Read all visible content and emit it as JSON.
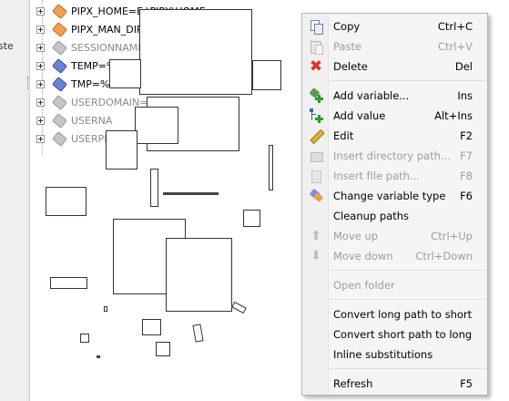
{
  "left_panel": {
    "cut_text": "ste"
  },
  "tree": {
    "rows": [
      {
        "label": "PIPX_HOME=E:\\PIPX\\HOME",
        "icon": "tag-icon",
        "color": "orange",
        "dim": false
      },
      {
        "label": "PIPX_MAN_DIR",
        "icon": "tag-icon",
        "color": "orange",
        "dim": false
      },
      {
        "label": "SESSIONNAME",
        "icon": "tag-icon",
        "color": "gray",
        "dim": true
      },
      {
        "label": "TEMP=%",
        "icon": "tag-icon",
        "color": "blue",
        "dim": false
      },
      {
        "label": "TMP=%",
        "icon": "tag-icon",
        "color": "blue",
        "dim": false
      },
      {
        "label": "USERDOMAIN=D",
        "icon": "tag-icon",
        "color": "gray",
        "dim": true
      },
      {
        "label": "USERNA",
        "icon": "tag-icon",
        "color": "gray",
        "dim": true
      },
      {
        "label": "USERPR",
        "icon": "tag-icon",
        "color": "gray",
        "dim": true
      }
    ]
  },
  "context_menu": {
    "items": [
      {
        "label": "Copy",
        "shortcut": "Ctrl+C",
        "enabled": true,
        "icon": "copy-icon"
      },
      {
        "label": "Paste",
        "shortcut": "Ctrl+V",
        "enabled": false,
        "icon": "paste-icon"
      },
      {
        "label": "Delete",
        "shortcut": "Del",
        "enabled": true,
        "icon": "delete-icon"
      },
      {
        "label": "Add variable...",
        "shortcut": "Ins",
        "enabled": true,
        "icon": "add-variable-icon"
      },
      {
        "label": "Add value",
        "shortcut": "Alt+Ins",
        "enabled": true,
        "icon": "add-value-icon"
      },
      {
        "label": "Edit",
        "shortcut": "F2",
        "enabled": true,
        "icon": "edit-icon"
      },
      {
        "label": "Insert directory path...",
        "shortcut": "F7",
        "enabled": false,
        "icon": "folder-icon"
      },
      {
        "label": "Insert file path...",
        "shortcut": "F8",
        "enabled": false,
        "icon": "file-icon"
      },
      {
        "label": "Change variable type",
        "shortcut": "F6",
        "enabled": true,
        "icon": "change-type-icon"
      },
      {
        "label": "Cleanup paths",
        "shortcut": "",
        "enabled": true,
        "icon": ""
      },
      {
        "label": "Move up",
        "shortcut": "Ctrl+Up",
        "enabled": false,
        "icon": "arrow-up-icon"
      },
      {
        "label": "Move down",
        "shortcut": "Ctrl+Down",
        "enabled": false,
        "icon": "arrow-down-icon"
      },
      {
        "label": "Open folder",
        "shortcut": "",
        "enabled": false,
        "icon": ""
      },
      {
        "label": "Convert long path to short",
        "shortcut": "",
        "enabled": true,
        "icon": ""
      },
      {
        "label": "Convert short path to long",
        "shortcut": "",
        "enabled": true,
        "icon": ""
      },
      {
        "label": "Inline substitutions",
        "shortcut": "",
        "enabled": true,
        "icon": ""
      },
      {
        "label": "Refresh",
        "shortcut": "F5",
        "enabled": true,
        "icon": ""
      }
    ]
  },
  "colors": {
    "delete": "#d9322a",
    "disabled_text": "#9d9d9d",
    "menu_bg": "#f5f5f5"
  }
}
